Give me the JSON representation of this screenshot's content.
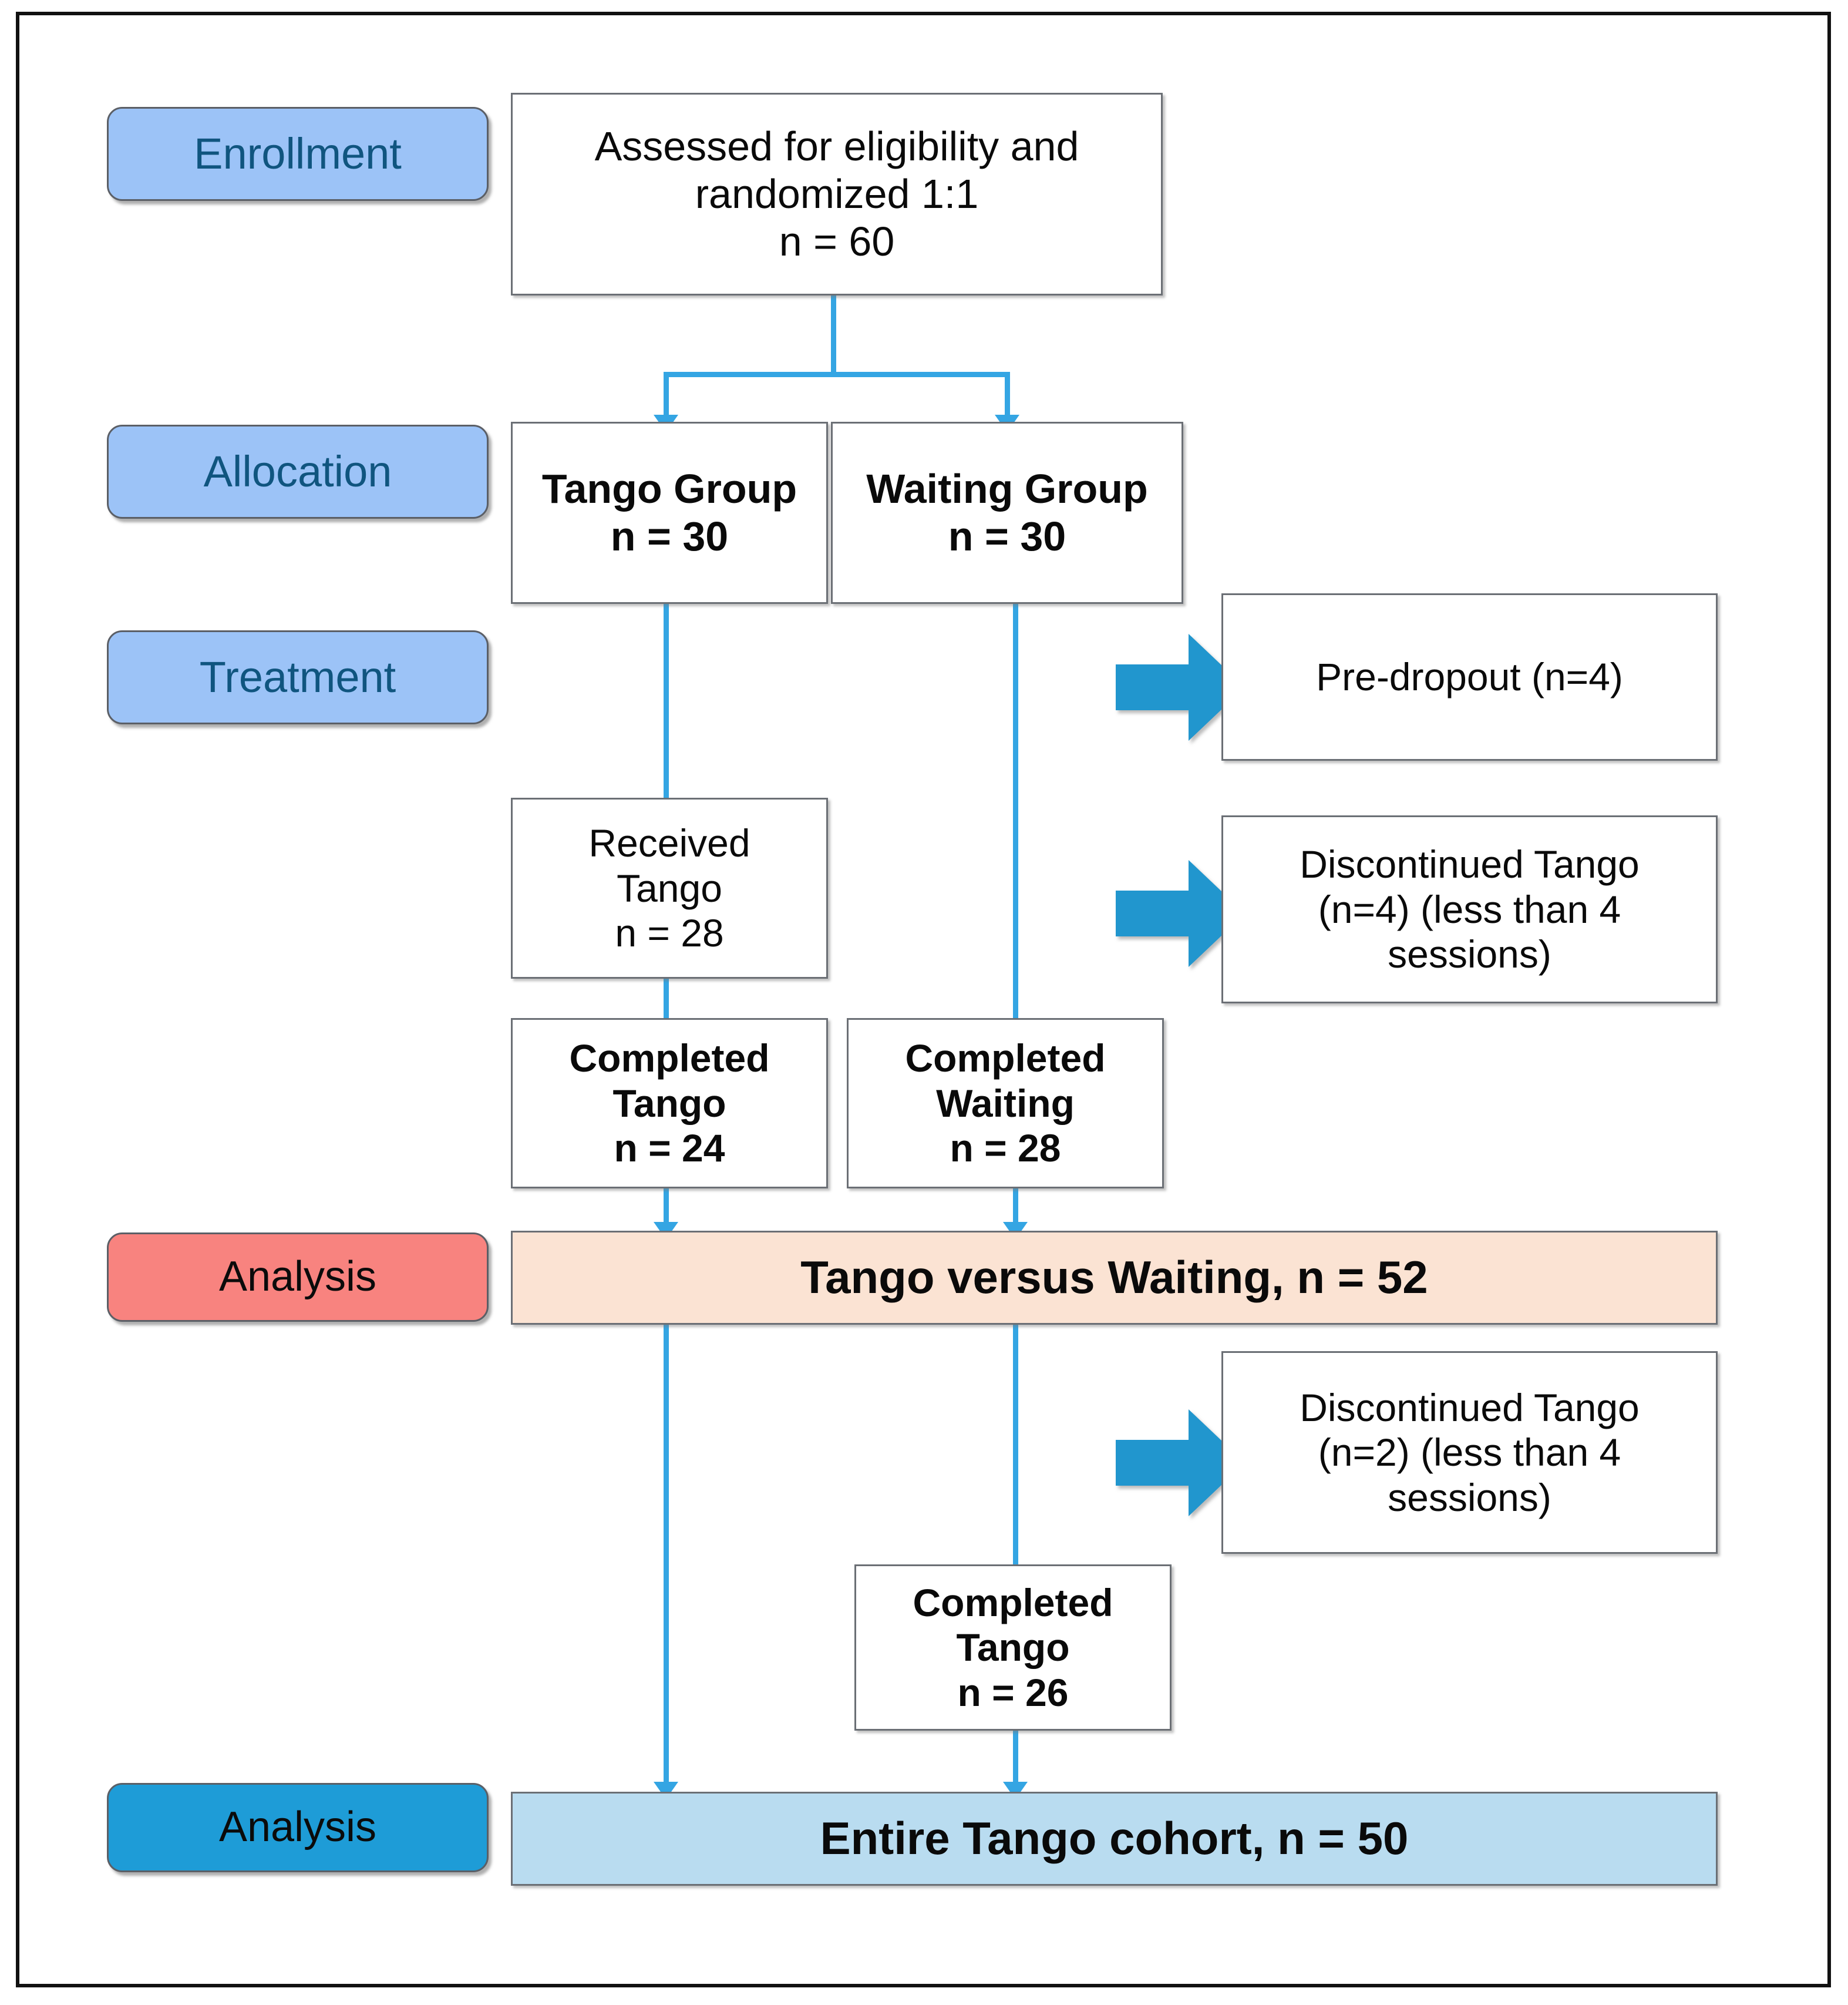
{
  "diagram": {
    "type": "consort-flow-diagram",
    "title": "Tango versus Waiting randomized trial flow",
    "colors": {
      "stage_blue": "#9CC3F7",
      "stage_blue_text": "#10557F",
      "stage_red": "#F8837F",
      "stage_strong_blue": "#1E9CD7",
      "connector_blue": "#34A5E3",
      "block_arrow_blue": "#2196CE",
      "analysis_bar_peach": "#FBE3D3",
      "analysis_bar_lightblue": "#B9DCF0",
      "node_border": "#6b6f75",
      "frame_border": "#111111"
    }
  },
  "stages": {
    "enrollment": "Enrollment",
    "allocation": "Allocation",
    "treatment": "Treatment",
    "analysis_1": "Analysis",
    "analysis_2": "Analysis"
  },
  "nodes": {
    "assessed": {
      "line1": "Assessed for eligibility and",
      "line2": "randomized 1:1",
      "line3": "n = 60"
    },
    "tango_group": {
      "line1": "Tango Group",
      "line2": "n = 30"
    },
    "waiting_group": {
      "line1": "Waiting Group",
      "line2": "n = 30"
    },
    "pre_dropout": {
      "line1": "Pre-dropout (n=4)"
    },
    "received_tango": {
      "line1": "Received",
      "line2": "Tango",
      "line3": "n = 28"
    },
    "discontinued_1": {
      "line1": "Discontinued Tango",
      "line2": "(n=4) (less than 4",
      "line3": "sessions)"
    },
    "completed_tango_24": {
      "line1": "Completed",
      "line2": "Tango",
      "line3": "n = 24"
    },
    "completed_waiting_28": {
      "line1": "Completed",
      "line2": "Waiting",
      "line3": "n = 28"
    },
    "discontinued_2": {
      "line1": "Discontinued Tango",
      "line2": "(n=2) (less than 4",
      "line3": "sessions)"
    },
    "completed_tango_26": {
      "line1": "Completed",
      "line2": "Tango",
      "line3": "n = 26"
    }
  },
  "bars": {
    "tango_vs_waiting": "Tango versus Waiting, n = 52",
    "entire_cohort": "Entire Tango cohort, n = 50"
  }
}
